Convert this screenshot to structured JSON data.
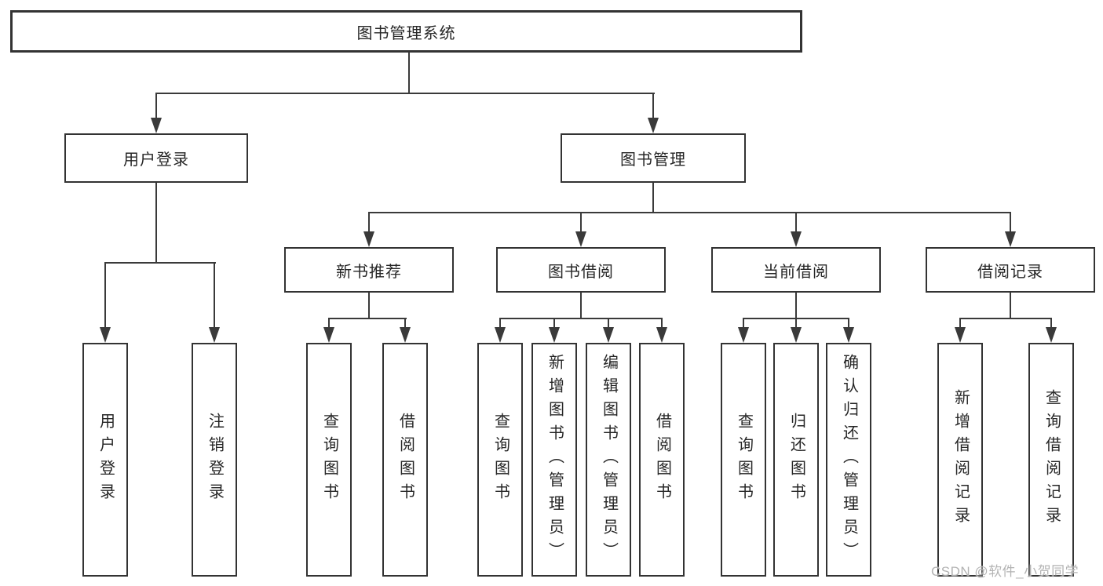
{
  "diagram_title": "图书管理系统",
  "watermark": "CSDN @软件_小贺同学",
  "colors": {
    "line": "#3a3a3a",
    "box_border": "#333333",
    "text": "#262626",
    "watermark": "#b3b3b3",
    "background": "#ffffff"
  },
  "tree": {
    "root": {
      "label": "图书管理系统",
      "children": [
        {
          "label": "用户登录",
          "children": [
            {
              "label": "用户登录"
            },
            {
              "label": "注销登录"
            }
          ]
        },
        {
          "label": "图书管理",
          "children": [
            {
              "label": "新书推荐",
              "children": [
                {
                  "label": "查询图书"
                },
                {
                  "label": "借阅图书"
                }
              ]
            },
            {
              "label": "图书借阅",
              "children": [
                {
                  "label": "查询图书"
                },
                {
                  "label": "新增图书（管理员）"
                },
                {
                  "label": "编辑图书（管理员）"
                },
                {
                  "label": "借阅图书"
                }
              ]
            },
            {
              "label": "当前借阅",
              "children": [
                {
                  "label": "查询图书"
                },
                {
                  "label": "归还图书"
                },
                {
                  "label": "确认归还（管理员）"
                }
              ]
            },
            {
              "label": "借阅记录",
              "children": [
                {
                  "label": "新增借阅记录"
                },
                {
                  "label": "查询借阅记录"
                }
              ]
            }
          ]
        }
      ]
    }
  }
}
